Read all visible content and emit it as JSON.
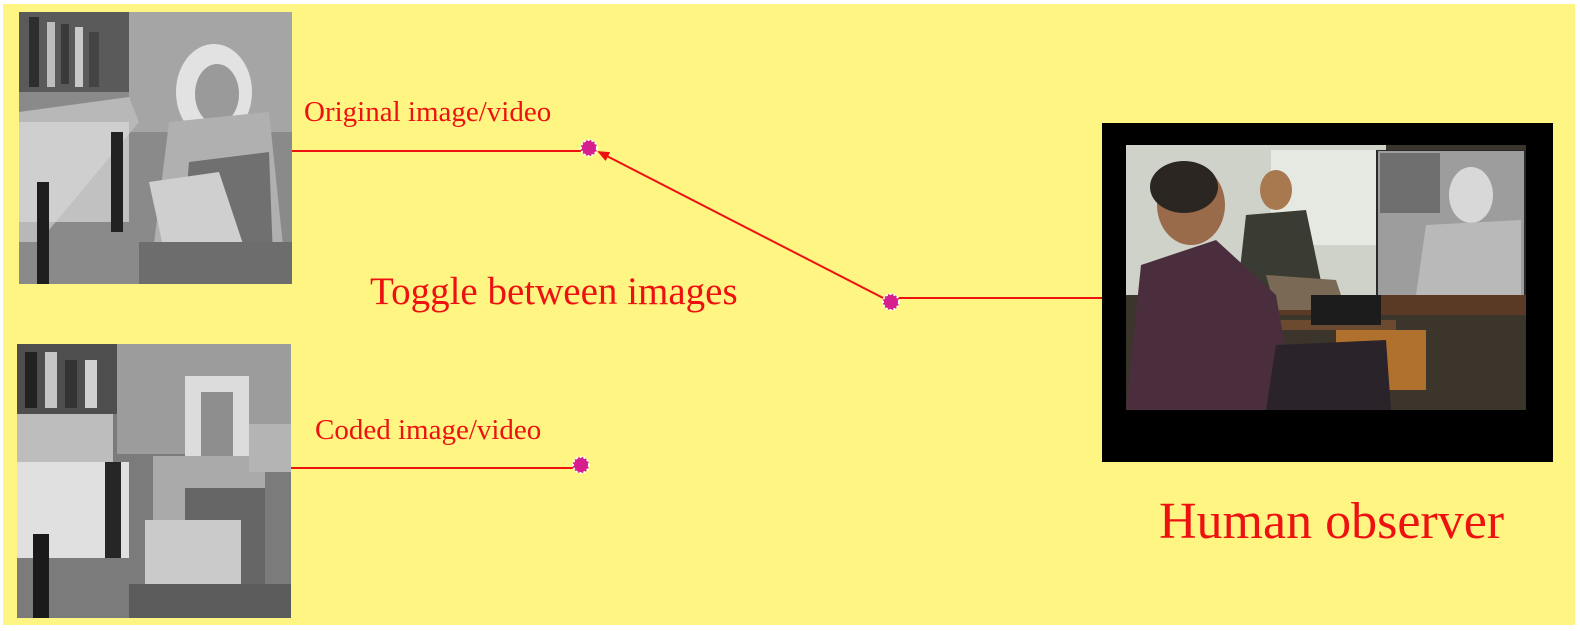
{
  "labels": {
    "original": "Original image/video",
    "coded": "Coded image/video",
    "toggle": "Toggle between images",
    "observer": "Human observer"
  },
  "colors": {
    "background": "#fff582",
    "text": "#ee1111",
    "line": "#ee1111",
    "node": "#d61f8c"
  }
}
